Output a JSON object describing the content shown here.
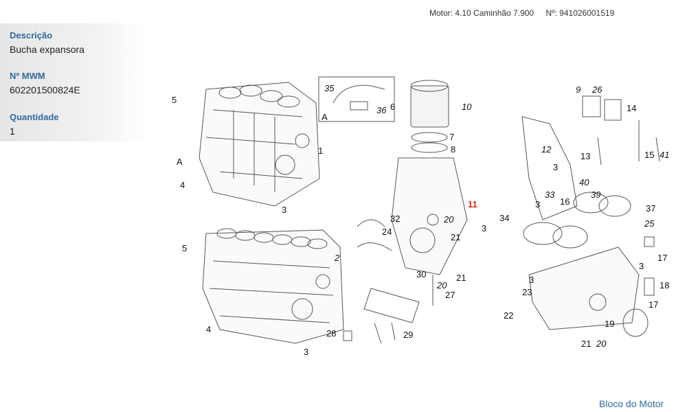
{
  "header": {
    "motor": "Motor: 4.10 Caminhão 7.900",
    "number": "Nº: 941026001519"
  },
  "info": {
    "description_label": "Descrição",
    "description_value": "Bucha expansora",
    "mwm_label": "Nº MWM",
    "mwm_value": "602201500824E",
    "quantity_label": "Quantidade",
    "quantity_value": "1"
  },
  "diagram": {
    "highlighted_callout": "11",
    "callouts": [
      "5",
      "1",
      "4",
      "3",
      "A",
      "A",
      "35",
      "36",
      "6",
      "7",
      "8",
      "10",
      "12",
      "9",
      "26",
      "14",
      "15",
      "41",
      "13",
      "3",
      "3",
      "33",
      "40",
      "39",
      "16",
      "37",
      "25",
      "11",
      "3",
      "20",
      "32",
      "24",
      "21",
      "34",
      "30",
      "21",
      "20",
      "27",
      "3",
      "17",
      "18",
      "3",
      "23",
      "17",
      "22",
      "19",
      "21",
      "20",
      "28",
      "29",
      "5",
      "2",
      "4",
      "3"
    ]
  },
  "footer": {
    "link": "Bloco do Motor"
  }
}
